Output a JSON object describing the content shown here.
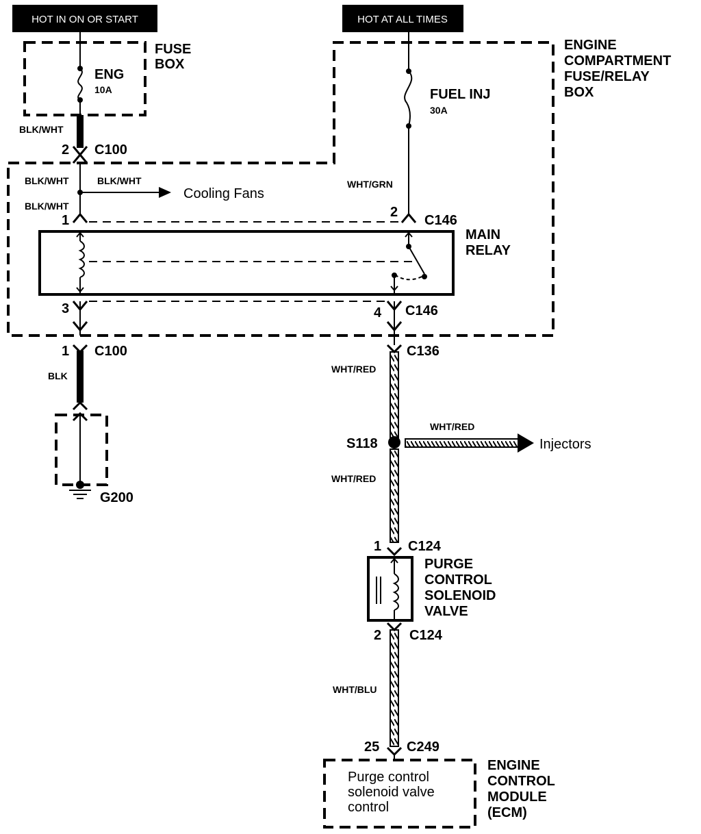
{
  "headers": {
    "left": "HOT IN ON OR START",
    "right": "HOT AT ALL TIMES"
  },
  "fuse_box": {
    "title_line1": "FUSE",
    "title_line2": "BOX",
    "fuse_name": "ENG",
    "fuse_rating": "10A"
  },
  "engine_compartment_box": {
    "line1": "ENGINE",
    "line2": "COMPARTMENT",
    "line3": "FUSE/RELAY",
    "line4": "BOX",
    "fuse_name": "FUEL INJ",
    "fuse_rating": "30A"
  },
  "main_relay": {
    "line1": "MAIN",
    "line2": "RELAY"
  },
  "wires": {
    "blk_wht_top": "BLK/WHT",
    "blk_wht_left1": "BLK/WHT",
    "blk_wht_branch": "BLK/WHT",
    "blk_wht_left2": "BLK/WHT",
    "wht_grn": "WHT/GRN",
    "blk": "BLK",
    "wht_red_1": "WHT/RED",
    "wht_red_branch": "WHT/RED",
    "wht_red_2": "WHT/RED",
    "wht_blu": "WHT/BLU"
  },
  "destinations": {
    "cooling_fans": "Cooling Fans",
    "injectors": "Injectors"
  },
  "connectors": {
    "c100_top": {
      "pin": "2",
      "name": "C100"
    },
    "c100_relay": {
      "pin": "1",
      "name": ""
    },
    "c146_top": {
      "pin": "2",
      "name": "C146"
    },
    "c100_pin3": {
      "pin": "3",
      "name": ""
    },
    "c146_bottom": {
      "pin": "4",
      "name": "C146"
    },
    "c100_bottom": {
      "pin": "1",
      "name": "C100"
    },
    "c136": {
      "pin": "",
      "name": "C136"
    },
    "c124_top": {
      "pin": "1",
      "name": "C124"
    },
    "c124_bottom": {
      "pin": "2",
      "name": "C124"
    },
    "c249": {
      "pin": "25",
      "name": "C249"
    }
  },
  "splice": "S118",
  "ground": "G200",
  "solenoid": {
    "line1": "PURGE",
    "line2": "CONTROL",
    "line3": "SOLENOID",
    "line4": "VALVE"
  },
  "ecm": {
    "title_line1": "ENGINE",
    "title_line2": "CONTROL",
    "title_line3": "MODULE",
    "title_line4": "(ECM)",
    "desc_line1": "Purge control",
    "desc_line2": "solenoid valve",
    "desc_line3": "control"
  }
}
